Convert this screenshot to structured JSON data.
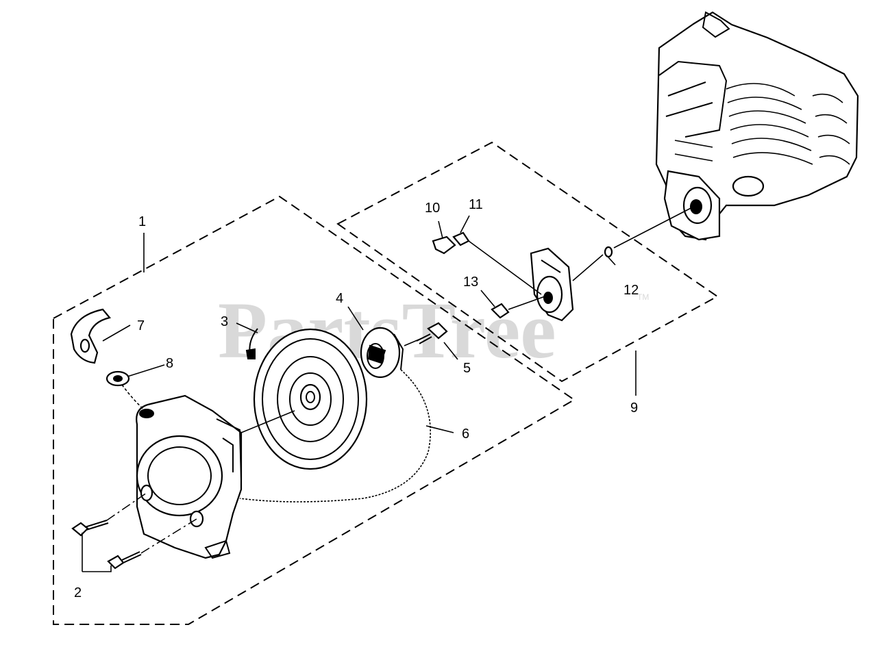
{
  "watermark": {
    "text": "PartsTree",
    "trademark": "TM"
  },
  "callouts": [
    "1",
    "2",
    "3",
    "4",
    "5",
    "6",
    "7",
    "8",
    "9",
    "10",
    "11",
    "12",
    "13"
  ]
}
